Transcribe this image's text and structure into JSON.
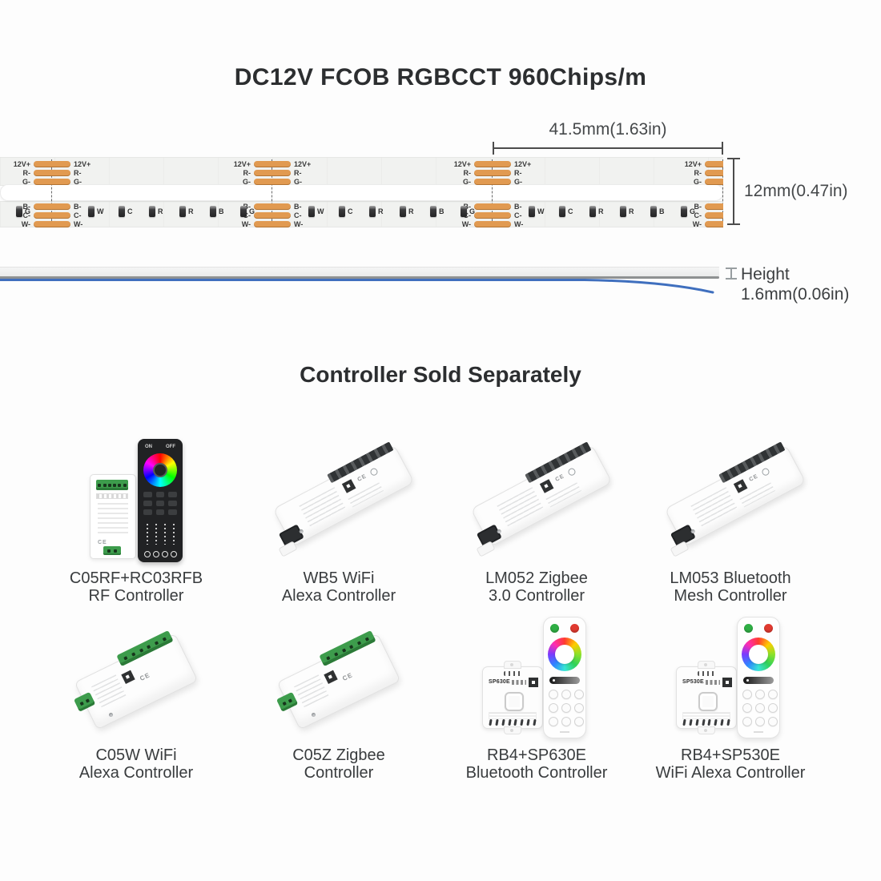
{
  "title": "DC12V FCOB RGBCCT 960Chips/m",
  "section": {
    "heading": "Controller Sold Separately"
  },
  "strip_diagram": {
    "width_dimension": "41.5mm(1.63in)",
    "height_dimension": "12mm(0.47in)",
    "thickness": {
      "label": "Height",
      "value": "1.6mm(0.06in)"
    },
    "top_pad_labels": [
      "12V+",
      "R-",
      "G-"
    ],
    "bottom_pad_labels": [
      "B-",
      "C-",
      "W-"
    ],
    "chip_letters": [
      "W",
      "C",
      "R",
      "R",
      "B",
      "G"
    ],
    "cut_positions": [
      65,
      340,
      615,
      903
    ],
    "chip_offsets": [
      45,
      83,
      121,
      159,
      197,
      235
    ],
    "partial_chips": [
      {
        "x": 20,
        "letter": "G"
      }
    ],
    "colors": {
      "pad": "#e19a51",
      "blue_line": "#3f6fbe"
    }
  },
  "rf_remote": {
    "on_label": "ON",
    "off_label": "OFF"
  },
  "device_markings": {
    "ce": "CE"
  },
  "controllers": [
    {
      "line1": "C05RF+RC03RFB",
      "line2": "RF Controller"
    },
    {
      "line1": "WB5 WiFi",
      "line2": "Alexa Controller"
    },
    {
      "line1": "LM052 Zigbee",
      "line2": "3.0 Controller"
    },
    {
      "line1": "LM053 Bluetooth",
      "line2": "Mesh Controller"
    },
    {
      "line1": "C05W WiFi",
      "line2": "Alexa Controller"
    },
    {
      "line1": "C05Z Zigbee",
      "line2": "Controller"
    },
    {
      "line1": "RB4+SP630E",
      "line2": "Bluetooth Controller",
      "box_label": "SP630E"
    },
    {
      "line1": "RB4+SP530E",
      "line2": "WiFi Alexa Controller",
      "box_label": "SP530E"
    }
  ]
}
